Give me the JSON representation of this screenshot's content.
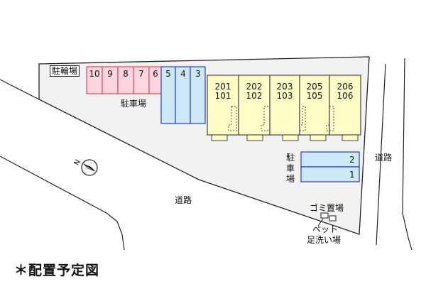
{
  "bicycle_parking": {
    "label": "駐輪場"
  },
  "parking_main": {
    "label": "駐車場",
    "pink_slots": [
      "10",
      "9",
      "8",
      "7",
      "6"
    ],
    "blue_slots": [
      "5",
      "4",
      "3"
    ]
  },
  "building": {
    "units": [
      {
        "upper": "201",
        "lower": "101"
      },
      {
        "upper": "202",
        "lower": "102"
      },
      {
        "upper": "203",
        "lower": "103"
      },
      {
        "upper": "205",
        "lower": "105"
      },
      {
        "upper": "206",
        "lower": "106"
      }
    ]
  },
  "parking_side": {
    "label_chars": [
      "駐",
      "車",
      "場"
    ],
    "slots": [
      "2",
      "1"
    ]
  },
  "roads": {
    "east": "道路",
    "south": "道路"
  },
  "garbage": {
    "label": "ゴミ置場"
  },
  "pet_wash": {
    "line1": "ペット",
    "line2": "足洗い場"
  },
  "title": "＊配置予定図",
  "colors": {
    "lot": "#f2f2f2",
    "pink_fill": "#ffd6de",
    "pink_stroke": "#e8435f",
    "blue_fill": "#cfe8f7",
    "blue_stroke": "#2a3fb8",
    "building_fill": "#fffcc8",
    "building_stroke": "#444444"
  }
}
